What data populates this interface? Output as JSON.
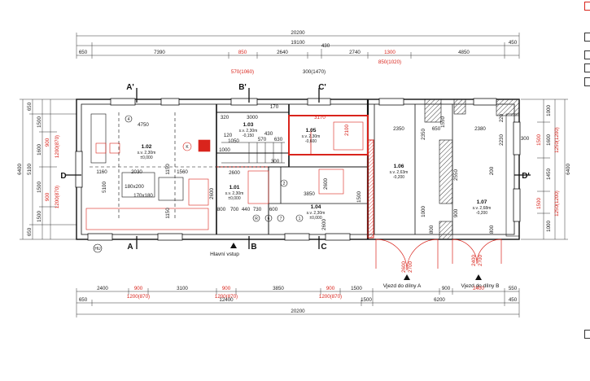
{
  "top_dims": {
    "overall_a": "20200",
    "overall_b": "19100",
    "row1": [
      "650",
      "7390",
      "850",
      "2640",
      "430",
      "2740",
      "1300",
      "4850",
      "450"
    ],
    "row1_red": [
      "570(1060)",
      "300(1470)",
      "850(1020)"
    ]
  },
  "bottom_dims": {
    "row1": [
      "2400",
      "900",
      "3100",
      "900",
      "3850",
      "900",
      "1500",
      "900",
      "2400",
      "550"
    ],
    "row1_red": [
      "1200(870)",
      "1200(870)",
      "1200(870)"
    ],
    "row2": [
      "650",
      "12400",
      "1500",
      "6200",
      "450"
    ],
    "overall": "20200"
  },
  "left_dims": {
    "overall": "6400",
    "row1": [
      "650",
      "5100",
      "650"
    ],
    "row2": [
      "1500",
      "1600",
      "1500",
      "1500"
    ],
    "red": [
      "900",
      "1200(870)",
      "900",
      "1200(870)"
    ]
  },
  "right_dims": {
    "overall": "6400",
    "row1": [
      "1000",
      "1600",
      "1450",
      "1000"
    ],
    "red": [
      "1500",
      "1250(1200)",
      "1500",
      "1250(1200)"
    ]
  },
  "rooms": [
    {
      "num": "1.02",
      "area": "s.v. 2,30m",
      "level": "±0,000"
    },
    {
      "num": "1.03",
      "area": "s.v. 2,30m",
      "level": "-0,150"
    },
    {
      "num": "1.05",
      "area": "s.v. 2,30m",
      "level": "-0,600"
    },
    {
      "num": "1.01",
      "area": "s.v. 2,30m",
      "level": "±0,000"
    },
    {
      "num": "1.04",
      "area": "s.v. 2,30m",
      "level": "±0,000"
    },
    {
      "num": "1.06",
      "area": "s.v. 2,63m",
      "level": "-0,200"
    },
    {
      "num": "1.07",
      "area": "s.v. 2,68m",
      "level": "-0,200"
    }
  ],
  "interior_dims": [
    "4750",
    "1160",
    "2030",
    "1560",
    "1150",
    "5100",
    "180x200",
    "170x180",
    "1150",
    "3000",
    "320",
    "120",
    "1050",
    "570",
    "430",
    "630",
    "170",
    "3170",
    "2600",
    "2600",
    "300",
    "3850",
    "2600",
    "800",
    "700",
    "440",
    "730",
    "600",
    "2600",
    "2350",
    "650",
    "1550",
    "2380",
    "220",
    "300",
    "2350",
    "1000",
    "2230",
    "2550",
    "900",
    "800",
    "800",
    "200",
    "1500",
    "2100",
    "1000"
  ],
  "sections": [
    "A'",
    "B'",
    "C'",
    "D",
    "D'",
    "A",
    "B",
    "C"
  ],
  "labels": {
    "main_entry": "Hlavní vstup",
    "garage_a": "Vjezd do dílny A",
    "garage_b": "Vjezd do dílny B",
    "door_a": [
      "2600",
      "2700"
    ],
    "door_b": [
      "2400",
      "2700"
    ]
  },
  "symbols": [
    "4",
    "K",
    "2",
    "1",
    "R",
    "6",
    "7",
    "HU"
  ],
  "colors": {
    "lines": "#111111",
    "dims_red": "#d9241c",
    "hatch": "#444444"
  }
}
